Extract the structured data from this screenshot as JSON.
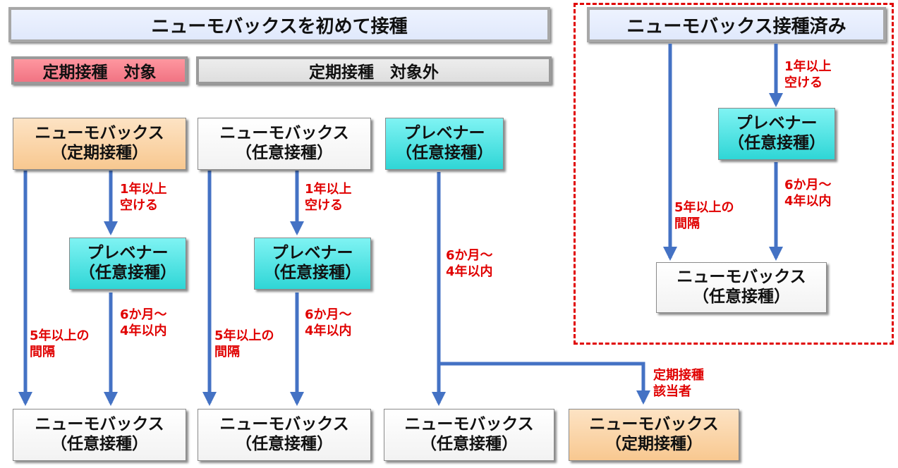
{
  "header": {
    "title_first": "ニューモバックスを初めて接種",
    "title_done": "ニューモバックス接種済み",
    "target": "定期接種　対象",
    "nontarget": "定期接種　対象外"
  },
  "boxes": {
    "c1_top": {
      "l1": "ニューモバックス",
      "l2": "（定期接種）"
    },
    "c1_mid": {
      "l1": "プレベナー",
      "l2": "（任意接種）"
    },
    "c1_bot": {
      "l1": "ニューモバックス",
      "l2": "（任意接種）"
    },
    "c2_top": {
      "l1": "ニューモバックス",
      "l2": "（任意接種）"
    },
    "c2_mid": {
      "l1": "プレベナー",
      "l2": "（任意接種）"
    },
    "c2_bot": {
      "l1": "ニューモバックス",
      "l2": "（任意接種）"
    },
    "c3_top": {
      "l1": "プレベナー",
      "l2": "（任意接種）"
    },
    "c3_bot": {
      "l1": "ニューモバックス",
      "l2": "（任意接種）"
    },
    "c4_bot": {
      "l1": "ニューモバックス",
      "l2": "（定期接種）"
    },
    "r_mid": {
      "l1": "プレベナー",
      "l2": "（任意接種）"
    },
    "r_bot": {
      "l1": "ニューモバックス",
      "l2": "（任意接種）"
    }
  },
  "labels": {
    "one_year": [
      "1年以上",
      "空ける"
    ],
    "six_month": [
      "6か月～",
      "4年以内"
    ],
    "five_year": [
      "5年以上の",
      "間隔"
    ],
    "routine": [
      "定期接種",
      "該当者"
    ]
  },
  "colors": {
    "arrow": "#4472c4",
    "label_red": "#e00000",
    "orange_box": "#f8c890",
    "cyan_box": "#2fd6d6",
    "target_red": "#f07080"
  }
}
